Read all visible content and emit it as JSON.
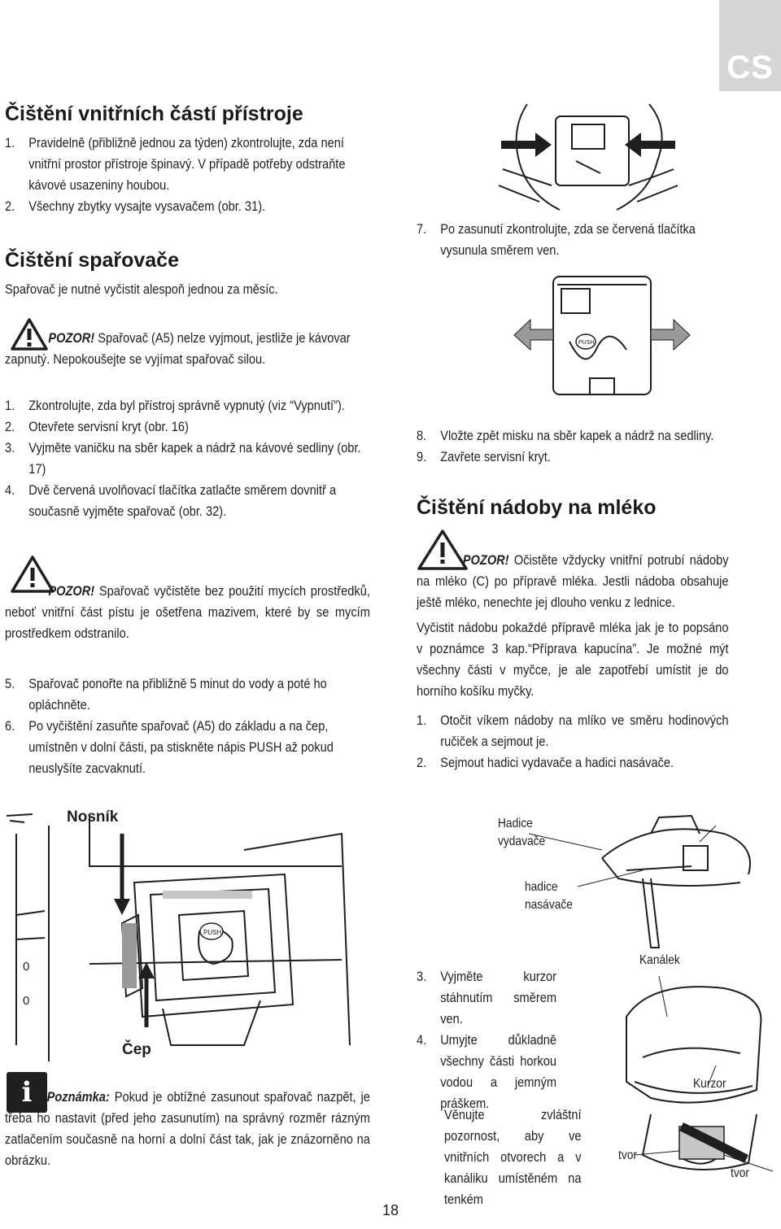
{
  "lang_tab": "CS",
  "page_number": "18",
  "left": {
    "s1_title": "Čištění vnitřních částí přístroje",
    "s1_items": [
      {
        "n": "1.",
        "t": "Pravidelně (přibližně jednou za týden) zkontrolujte, zda není vnitřní prostor přístroje špinavý. V případě potřeby odstraňte kávové usazeniny houbou."
      },
      {
        "n": "2.",
        "t": "Všechny zbytky vysajte vysavačem (obr. 31)."
      }
    ],
    "s2_title": "Čištění spařovače",
    "s2_intro": "Spařovač je nutné vyčistit alespoň jednou za měsíc.",
    "warn1_label": "POZOR!",
    "warn1_text": " Spařovač (A5) nelze vyjmout, jestliže je kávovar zapnutý. Nepokoušejte se vyjímat spařovač silou.",
    "s2_items": [
      {
        "n": "1.",
        "t": "Zkontrolujte, zda byl přístroj správně vypnutý (viz “Vypnutí”)."
      },
      {
        "n": "2.",
        "t": "Otevřete servisní kryt (obr. 16)"
      },
      {
        "n": "3.",
        "t": "Vyjměte vaničku na sběr kapek a nádrž na kávové sedliny (obr. 17)"
      },
      {
        "n": "4.",
        "t": "Dvě červená uvolňovací tlačítka zatlačte směrem dovnitř a současně vyjměte spařovač (obr. 32)."
      }
    ],
    "warn2_label": "POZOR!",
    "warn2_text": " Spařovač vyčistěte bez použití mycích prostředků, neboť vnitřní část pístu je ošetřena mazivem, které by se mycím prostředkem odstranilo.",
    "s2_items_b": [
      {
        "n": "5.",
        "t": "Spařovač ponořte na přibližně 5 minut do vody a poté ho opláchněte."
      },
      {
        "n": "6.",
        "t": "Po vyčištění zasuňte spařovač (A5) do základu a na čep, umístněn v dolní části, pa stiskněte nápis PUSH až pokud neuslyšíte zacvaknutí."
      }
    ],
    "fig_label_top": "Nosník",
    "fig_label_bottom": "Čep",
    "fig_push": "PUSH",
    "note_label": "Poznámka:",
    "note_text": " Pokud je obtížné zasunout spařovač nazpět, je třeba ho nastavit (před jeho zasunutím) na správný rozměr rázným zatlačením současně na horní a dolní část tak, jak je znázorněno na obrázku."
  },
  "right": {
    "item7": {
      "n": "7.",
      "t": "Po zasunutí zkontrolujte, zda se červená tlačítka vysunula směrem ven."
    },
    "fig_push": "PUSH",
    "items_8_9": [
      {
        "n": "8.",
        "t": "Vložte zpět misku na sběr kapek a nádrž na sedliny."
      },
      {
        "n": "9.",
        "t": "Zavřete servisní kryt."
      }
    ],
    "s3_title": "Čištění nádoby na mléko",
    "warn3_label": "POZOR!",
    "warn3_text": " Očistěte vždycky vnitřní potrubí nádoby na mléko (C) po přípravě mléka. Jestli nádoba obsahuje ještě mléko, nenechte jej dlouho venku z lednice.",
    "s3_para": "Vyčistit nádobu pokaždé přípravě mléka jak je to popsáno v poznámce 3 kap.“Příprava kapucína”. Je možné mýt všechny části v myčce, je ale zapotřebí umístit je do horního košíku myčky.",
    "s3_items": [
      {
        "n": "1.",
        "t": "Otočit víkem nádoby na mlíko ve směru hodinových ručiček a sejmout je."
      },
      {
        "n": "2.",
        "t": "Sejmout hadici vydavače a hadici nasávače."
      }
    ],
    "fig1_label_a": "Hadice vydavače",
    "fig1_label_b": "hadice nasávače",
    "s3_items_b": [
      {
        "n": "3.",
        "t": "Vyjměte kurzor stáhnutím směrem ven."
      },
      {
        "n": "4.",
        "t": "Umyjte důkladně všechny části horkou vodou a jemným práškem."
      }
    ],
    "s3_tail": "Věnujte zvláštní pozornost, aby ve vnitřních otvorech a v kanáliku umístěném na tenkém",
    "fig2_label_a": "Kanálek",
    "fig2_label_b": "Kurzor",
    "fig2_label_c": "tvor",
    "fig2_label_d": "tvor"
  }
}
